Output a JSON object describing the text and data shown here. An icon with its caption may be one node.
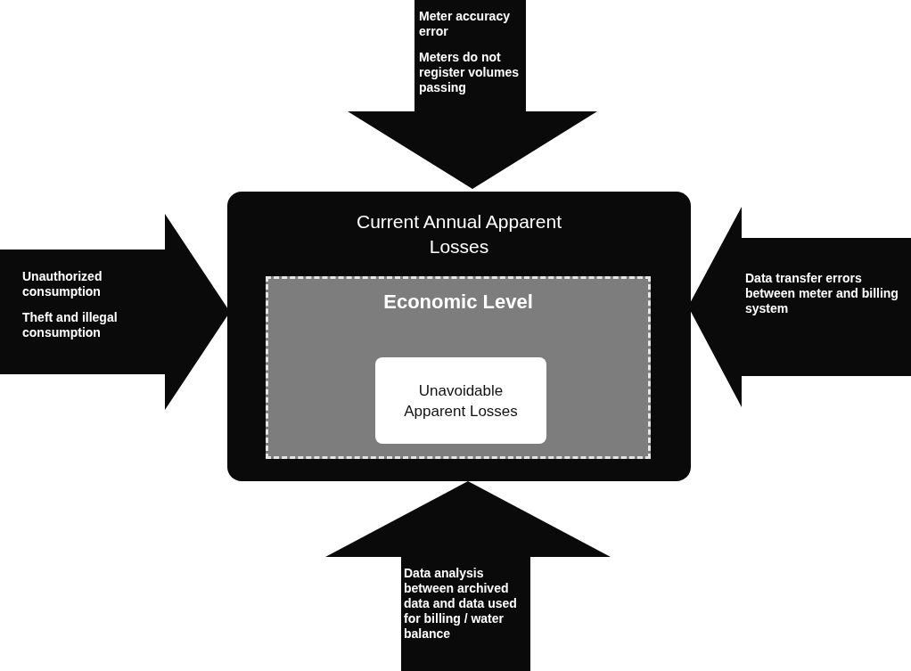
{
  "diagram": {
    "nodes": [
      {
        "text": [
          "Meter accuracy error",
          "Meters do not register volumes passing"
        ]
      },
      {
        "text": [
          "Unauthorized consumption",
          "Theft and illegal consumption"
        ]
      },
      {
        "text": [
          "Current Annual Apparent Losses"
        ]
      },
      {
        "text": [
          "Economic Level"
        ],
        "in": 2
      },
      {
        "text": [
          "Unavoidable Apparent Losses"
        ],
        "in": 3
      },
      {
        "text": [
          "Data transfer errors between meter and billing system"
        ]
      },
      {
        "text": [
          "Data analysis between archived data and data used for billing / water balance"
        ]
      }
    ]
  }
}
